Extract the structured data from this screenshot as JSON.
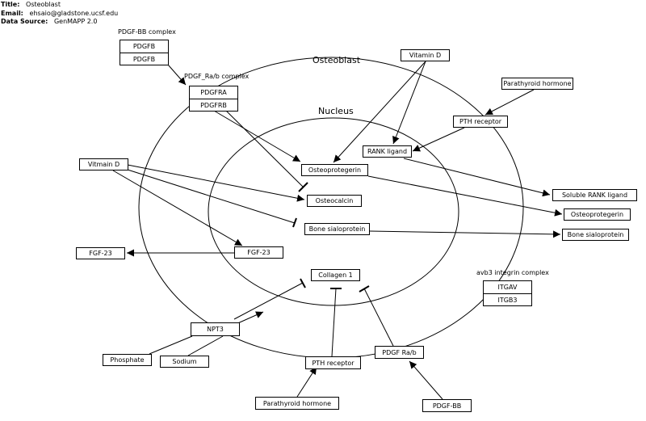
{
  "header": {
    "title_key": "Title:",
    "title_value": "Osteoblast",
    "email_key": "Email:",
    "email_value": "ehsaio@gladstone.ucsf.edu",
    "source_key": "Data Source:",
    "source_value": "GenMAPP 2.0"
  },
  "compartments": {
    "osteoblast": "Osteoblast",
    "nucleus": "Nucleus"
  },
  "complexes": {
    "pdgf_bb": {
      "label": "PDGF-BB complex",
      "members": [
        "PDGFB",
        "PDGFB"
      ]
    },
    "pdgf_rab": {
      "label": "PDGF_Ra/b complex",
      "members": [
        "PDGFRA",
        "PDGFRB"
      ]
    },
    "avb3": {
      "label": "avb3 integrin complex",
      "members": [
        "ITGAV",
        "ITGB3"
      ]
    }
  },
  "nodes": {
    "vitamin_d": "Vitamin D",
    "parathyroid_hormone_top": "Parathyroid hormone",
    "pth_receptor_top": "PTH receptor",
    "rank_ligand": "RANK ligand",
    "osteoprotegerin_nuc": "Osteoprotegerin",
    "vitmain_d": "Vitmain D",
    "osteocalcin": "Osteocalcin",
    "bone_sialoprotein_nuc": "Bone sialoprotein",
    "soluble_rank_ligand": "Soluble RANK ligand",
    "osteoprotegerin_out": "Osteoprotegerin",
    "bone_sialoprotein_out": "Bone sialoprotein",
    "fgf23_out": "FGF-23",
    "fgf23_in": "FGF-23",
    "collagen1": "Collagen 1",
    "npt3": "NPT3",
    "phosphate": "Phosphate",
    "sodium": "Sodium",
    "pth_receptor_bottom": "PTH receptor",
    "pdgf_rab_bottom": "PDGF Ra/b",
    "parathyroid_hormone_bottom": "Parathyroid hormone",
    "pdgf_bb_bottom": "PDGF-BB"
  }
}
